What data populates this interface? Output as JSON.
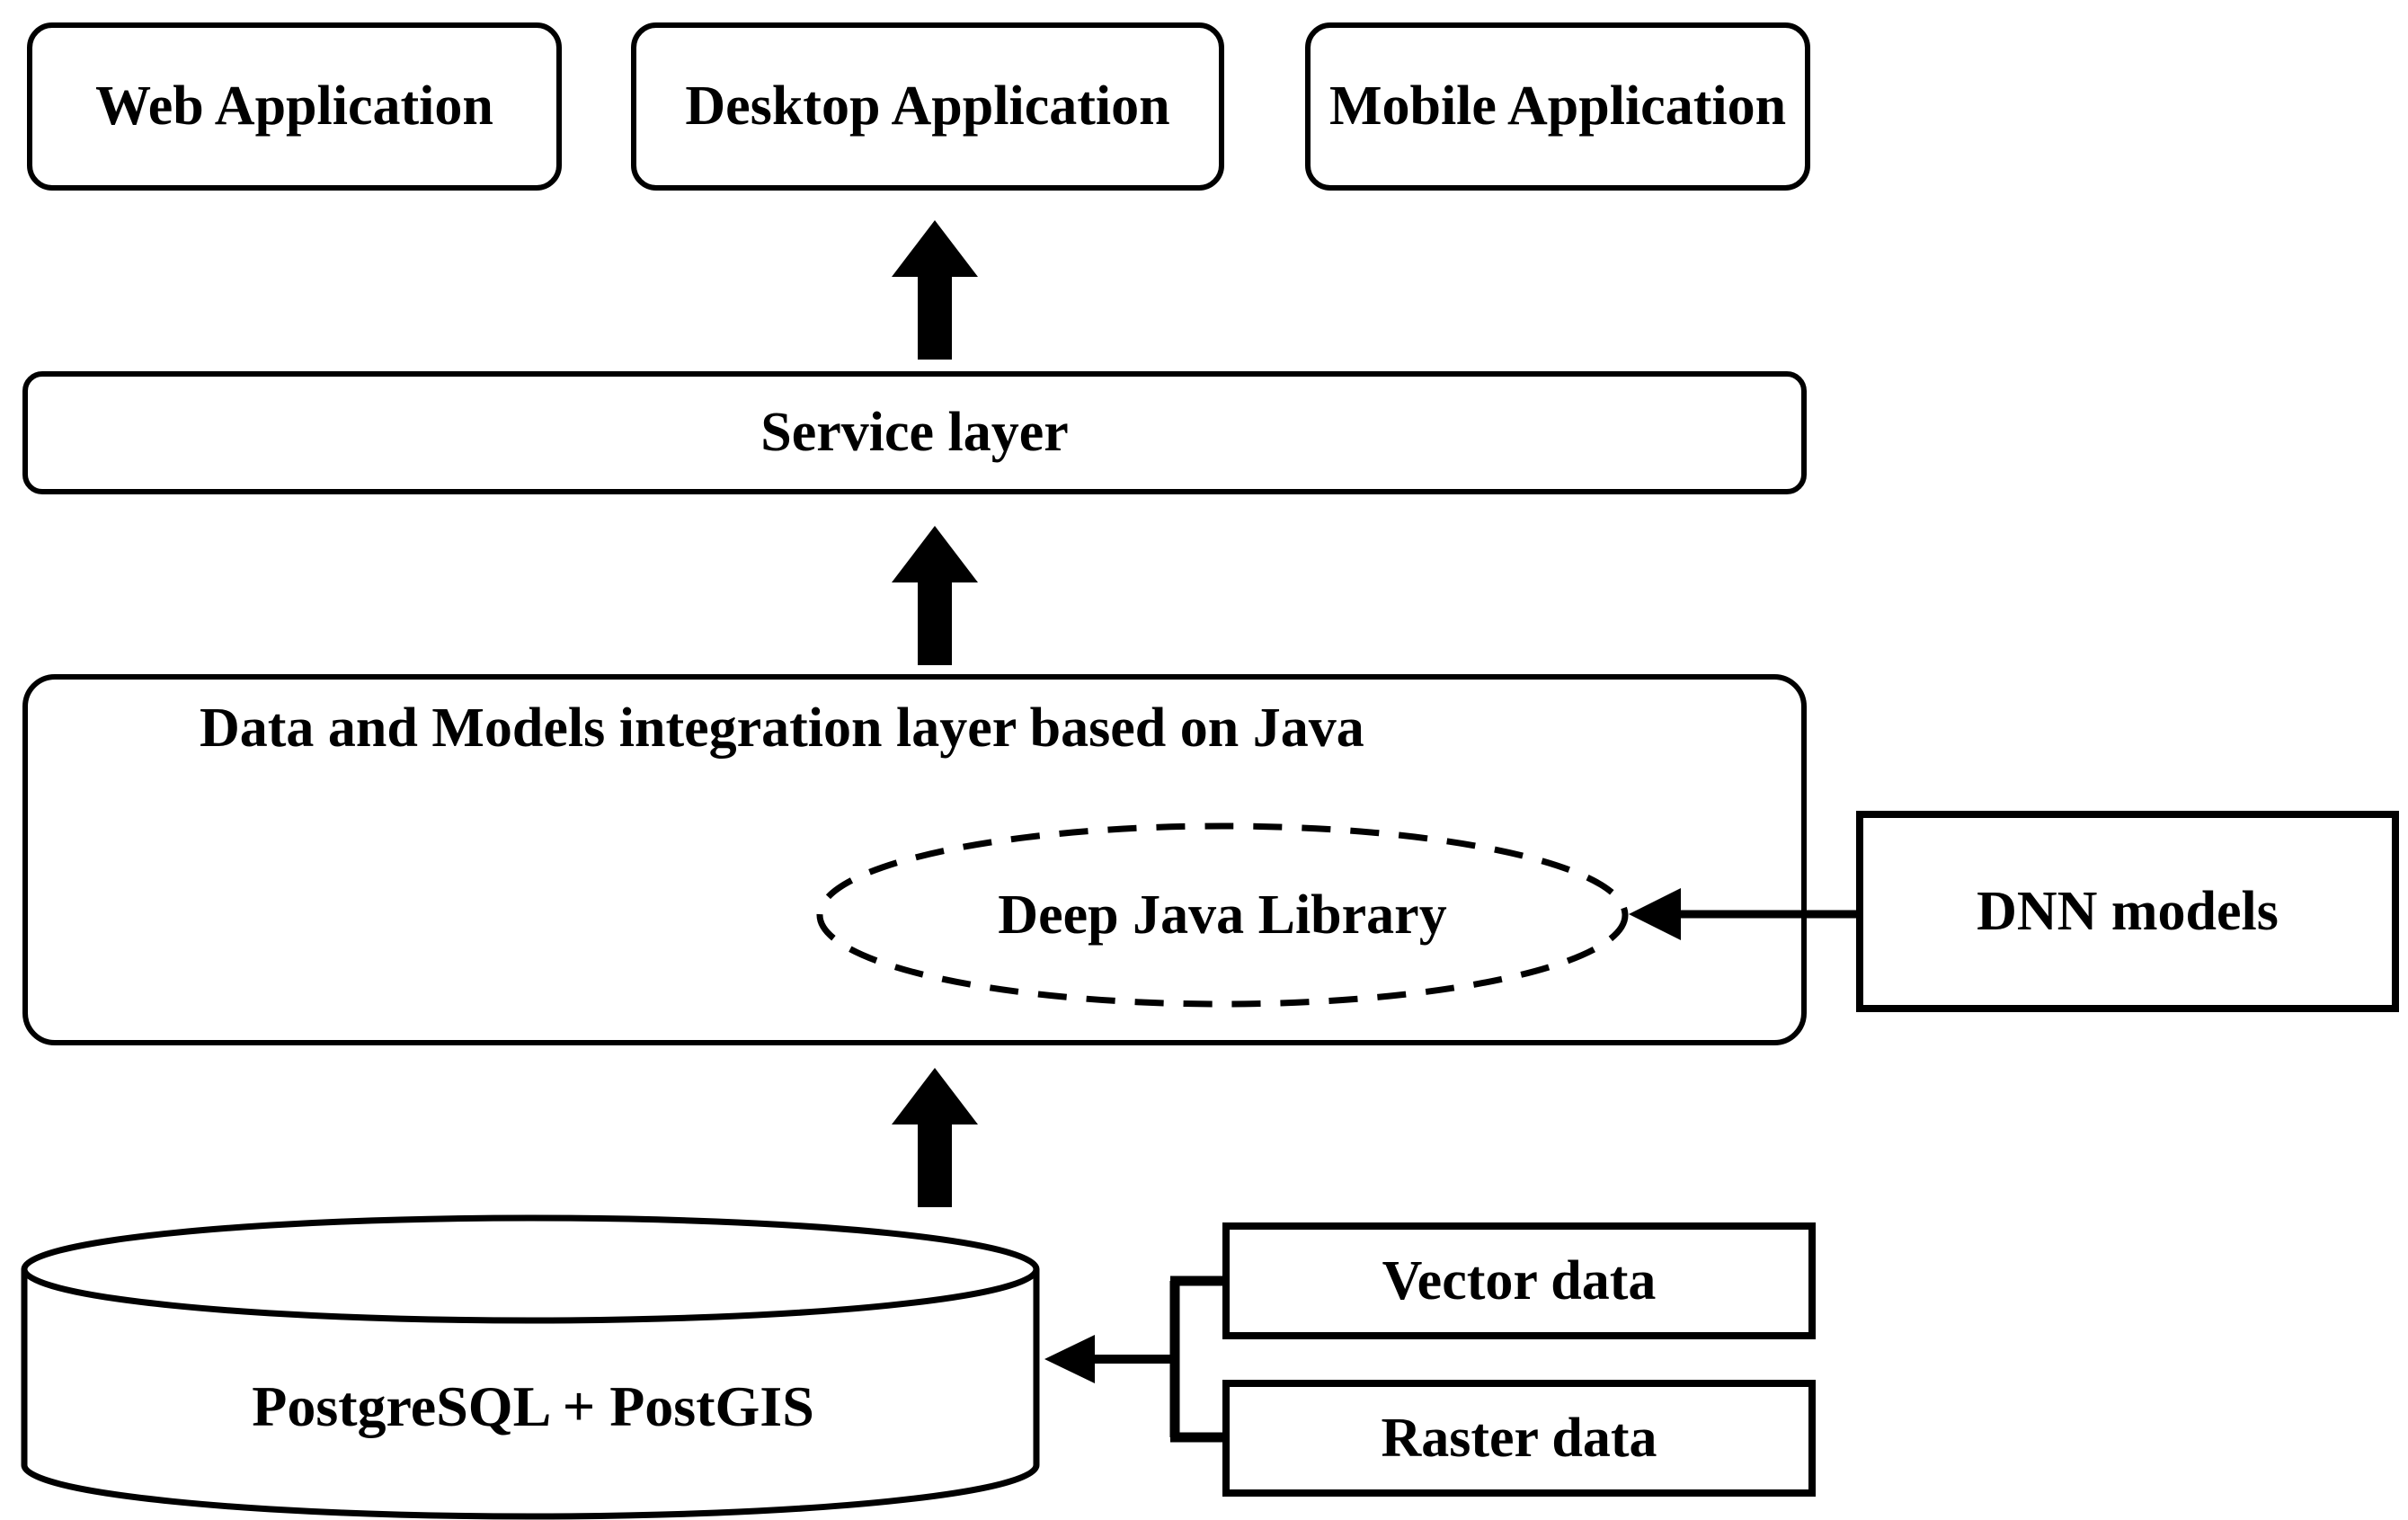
{
  "labels": {
    "web_application": "Web Application",
    "desktop_application": "Desktop Application",
    "mobile_application": "Mobile Application",
    "service_layer": "Service layer",
    "integration_layer": "Data and Models integration layer based on Java",
    "deep_java_library": "Deep Java Library",
    "dnn_models": "DNN models",
    "database": "PostgreSQL + PostGIS",
    "vector_data": "Vector data",
    "raster_data": "Raster data"
  },
  "colors": {
    "background": "#ffffff",
    "stroke": "#000000",
    "text": "#000000"
  },
  "connections": [
    {
      "from": "service_layer",
      "to": "applications",
      "style": "block-arrow-up"
    },
    {
      "from": "integration_layer",
      "to": "service_layer",
      "style": "block-arrow-up"
    },
    {
      "from": "database",
      "to": "integration_layer",
      "style": "block-arrow-up"
    },
    {
      "from": "dnn_models",
      "to": "deep_java_library",
      "style": "thin-arrow-left"
    },
    {
      "from": "vector_data_raster_data",
      "to": "database",
      "style": "thin-arrow-left-bracket"
    }
  ]
}
